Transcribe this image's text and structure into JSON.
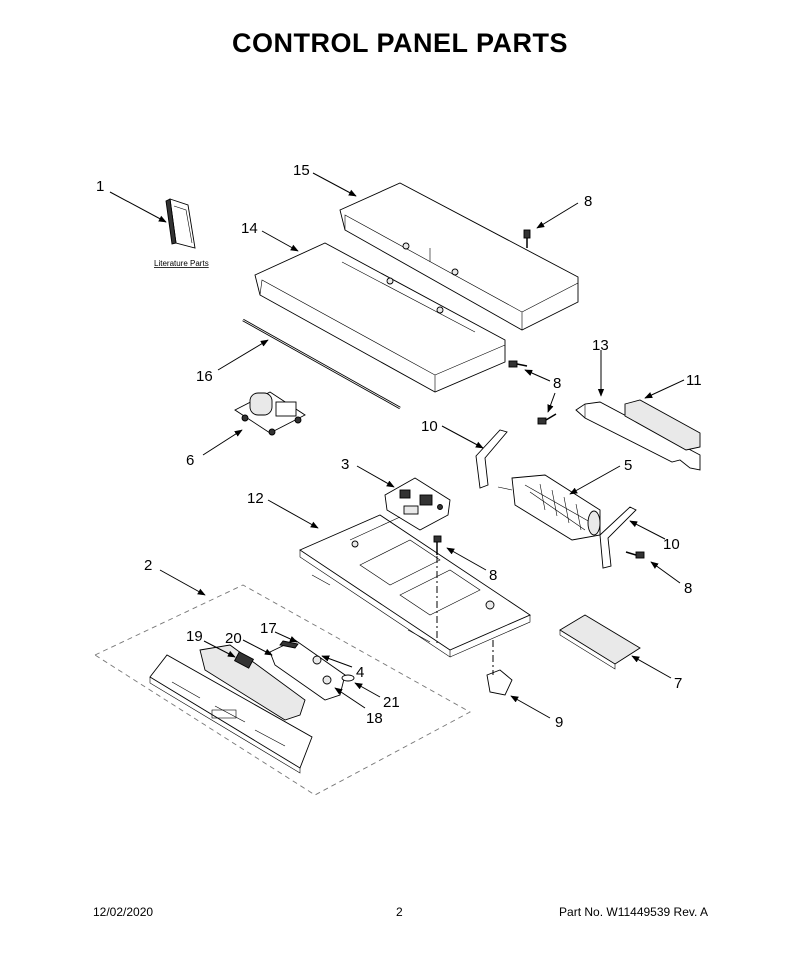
{
  "title": "CONTROL PANEL PARTS",
  "literature_label": "Literature Parts",
  "callouts": {
    "c1": "1",
    "c2": "2",
    "c3": "3",
    "c4": "4",
    "c5": "5",
    "c6": "6",
    "c7": "7",
    "c8a": "8",
    "c8b": "8",
    "c8c": "8",
    "c8d": "8",
    "c9": "9",
    "c10a": "10",
    "c10b": "10",
    "c11": "11",
    "c12": "12",
    "c13": "13",
    "c14": "14",
    "c15": "15",
    "c16": "16",
    "c17": "17",
    "c18": "18",
    "c19": "19",
    "c20": "20",
    "c21": "21"
  },
  "footer": {
    "date": "12/02/2020",
    "page": "2",
    "part_number": "Part No.  W11449539  Rev.  A"
  }
}
